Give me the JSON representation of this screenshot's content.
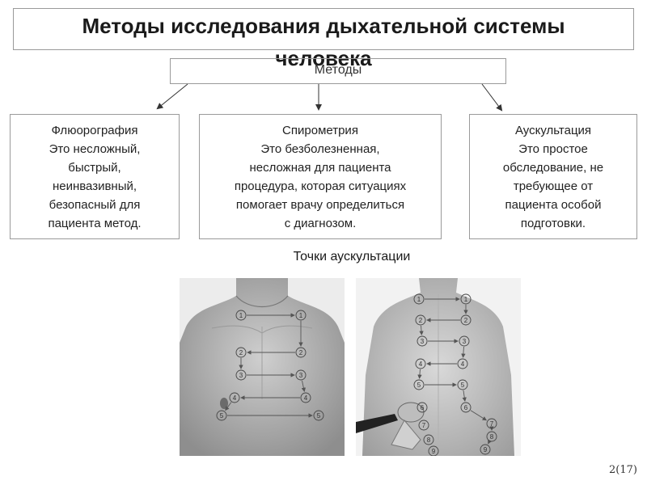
{
  "title": {
    "line1": "Методы исследования дыхательной системы",
    "line2": "человека"
  },
  "methods_label": "Методы",
  "cards": [
    {
      "lines": [
        "Флюорография",
        "Это несложный,",
        "быстрый,",
        "неинвазивный,",
        "безопасный для",
        "пациента метод."
      ]
    },
    {
      "lines": [
        "Спирометрия",
        "Это безболезненная,",
        "несложная для пациента",
        "процедура, которая ситуациях",
        "помогает врачу определиться",
        "с диагнозом."
      ]
    },
    {
      "lines": [
        "Аускультация",
        "Это простое",
        "обследование, не",
        "требующее от",
        "пациента особой",
        "подготовки."
      ]
    }
  ],
  "points_caption": "Точки аускультации",
  "front_points": [
    "1",
    "1",
    "2",
    "2",
    "3",
    "3",
    "4",
    "4",
    "5",
    "5"
  ],
  "back_points": [
    "1",
    "1",
    "2",
    "2",
    "3",
    "3",
    "4",
    "4",
    "5",
    "5",
    "6",
    "6",
    "7",
    "7",
    "8",
    "8",
    "9",
    "9"
  ],
  "page_number": "2(17)"
}
